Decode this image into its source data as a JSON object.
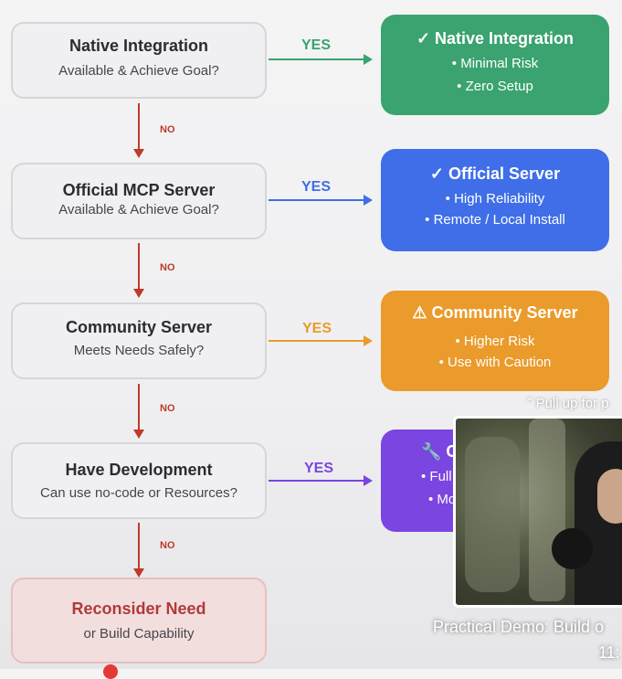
{
  "nodes": {
    "q1": {
      "title": "Native Integration",
      "sub": "Available & Achieve Goal?"
    },
    "q2": {
      "title": "Official MCP Server",
      "sub": "Available & Achieve Goal?"
    },
    "q3": {
      "title": "Community Server",
      "sub": "Meets Needs Safely?"
    },
    "q4": {
      "title": "Have Development",
      "sub": "Can use no-code or Resources?"
    },
    "q5": {
      "title": "Reconsider Need",
      "sub": "or Build Capability"
    }
  },
  "outcomes": {
    "a1": {
      "title": "✓ Native Integration",
      "b1": "• Minimal Risk",
      "b2": "• Zero Setup",
      "color": "#3aa36f"
    },
    "a2": {
      "title": "✓ Official Server",
      "b1": "• High Reliability",
      "b2": "• Remote / Local Install",
      "color": "#3f6ee8"
    },
    "a3": {
      "title": "⚠ Community Server",
      "b1": "• Higher Risk",
      "b2": "• Use with Caution",
      "color": "#ea9b2b"
    },
    "a4": {
      "title": "🔧 C",
      "b1": "• Full",
      "b2": "• Mo",
      "color": "#7a45e0"
    }
  },
  "edges": {
    "yes": "YES",
    "no": "NO"
  },
  "overlay": {
    "pull_up": "⌃Pull up for p",
    "video_title": "Practical Demo: Build o",
    "video_time": "11:"
  }
}
